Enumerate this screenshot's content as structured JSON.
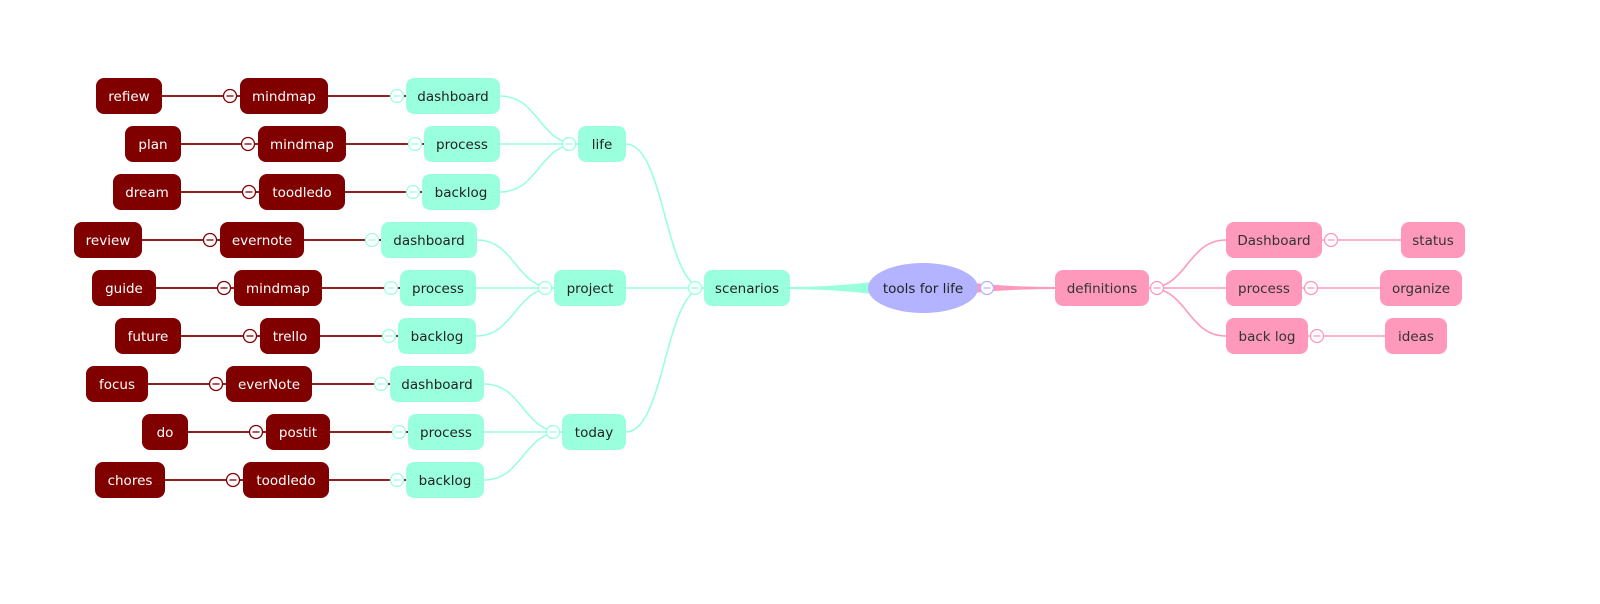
{
  "colors": {
    "root_fill": "#b3b3ff",
    "teal": "#99ffdd",
    "teal_text": "#222222",
    "dark": "#800000",
    "dark_text": "#ffffff",
    "pink": "#ff99bb",
    "pink_text": "#333333"
  },
  "mindmap": {
    "root": "tools for life",
    "scenarios": {
      "label": "scenarios",
      "groups": [
        {
          "label": "life",
          "items": [
            {
              "label": "dashboard",
              "tool": "mindmap",
              "leaf": "refiew"
            },
            {
              "label": "process",
              "tool": "mindmap",
              "leaf": "plan"
            },
            {
              "label": "backlog",
              "tool": "toodledo",
              "leaf": "dream"
            }
          ]
        },
        {
          "label": "project",
          "items": [
            {
              "label": "dashboard",
              "tool": "evernote",
              "leaf": "review"
            },
            {
              "label": "process",
              "tool": "mindmap",
              "leaf": "guide"
            },
            {
              "label": "backlog",
              "tool": "trello",
              "leaf": "future"
            }
          ]
        },
        {
          "label": "today",
          "items": [
            {
              "label": "dashboard",
              "tool": "everNote",
              "leaf": "focus"
            },
            {
              "label": "process",
              "tool": "postit",
              "leaf": "do"
            },
            {
              "label": "backlog",
              "tool": "toodledo",
              "leaf": "chores"
            }
          ]
        }
      ]
    },
    "definitions": {
      "label": "definitions",
      "items": [
        {
          "label": "Dashboard",
          "leaf": "status"
        },
        {
          "label": "process",
          "leaf": "organize"
        },
        {
          "label": "back log",
          "leaf": "ideas"
        }
      ]
    }
  }
}
